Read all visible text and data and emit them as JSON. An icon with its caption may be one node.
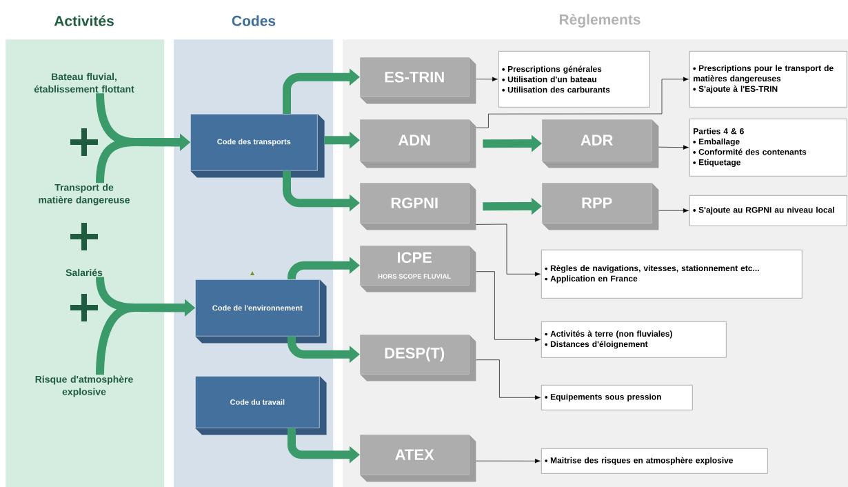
{
  "diagram": {
    "nodes": [
      {
        "text": [
          "Activités"
        ]
      },
      {
        "text": [
          "Codes"
        ]
      },
      {
        "text": [
          "Règlements"
        ]
      },
      {
        "text": [
          "Bateau fluvial, établissement flottant"
        ],
        "in": 0
      },
      {
        "text": [
          "Transport de matière dangereuse"
        ],
        "in": 0
      },
      {
        "text": [
          "Salariés"
        ],
        "in": 0
      },
      {
        "text": [
          "Risque d'atmosphère explosive"
        ],
        "in": 0
      },
      {
        "text": [
          "Code des transports"
        ],
        "in": 1
      },
      {
        "text": [
          "Code de l'environnement"
        ],
        "in": 1
      },
      {
        "text": [
          "Code du travail"
        ],
        "in": 1
      },
      {
        "text": [
          "ES-TRIN"
        ],
        "in": 2
      },
      {
        "text": [
          "Prescriptions générales",
          "Utilisation d'un bateau",
          "Utilisation des carburants"
        ],
        "in": 2
      },
      {
        "text": [
          "Prescriptions pour le transport de matières dangereuses",
          "S'ajoute à l'ES-TRIN"
        ],
        "in": 2
      },
      {
        "text": [
          "ADN"
        ],
        "in": 2
      },
      {
        "text": [
          "ADR"
        ],
        "in": 2
      },
      {
        "text": [
          "Parties 4 & 6",
          "Emballage",
          "Conformité des contenants",
          "Etiquetage"
        ],
        "in": 2
      },
      {
        "text": [
          "RGPNI"
        ],
        "in": 2
      },
      {
        "text": [
          "RPP"
        ],
        "in": 2
      },
      {
        "text": [
          "S'ajoute au RGPNI au niveau local"
        ],
        "in": 2
      },
      {
        "text": [
          "ICPE",
          "HORS SCOPE FLUVIAL"
        ],
        "in": 2
      },
      {
        "text": [
          "Règles de navigations, vitesses, stationnement etc...",
          "Application en France"
        ],
        "in": 2
      },
      {
        "text": [
          "DESP(T)"
        ],
        "in": 2
      },
      {
        "text": [
          "Activités à terre (non fluviales)",
          "Distances d'éloignement"
        ],
        "in": 2
      },
      {
        "text": [
          "Equipements sous pression"
        ],
        "in": 2
      },
      {
        "text": [
          "ATEX"
        ],
        "in": 2
      },
      {
        "text": [
          "Maitrise des risques en atmosphère explosive"
        ],
        "in": 2
      }
    ],
    "edges": [
      {
        "from": 3,
        "to": 7,
        "arrow": "to"
      },
      {
        "from": 4,
        "to": 7,
        "arrow": "to"
      },
      {
        "from": 5,
        "to": 8,
        "arrow": "to"
      },
      {
        "from": 6,
        "to": 8,
        "arrow": "to"
      },
      {
        "from": 7,
        "to": 10,
        "arrow": "to"
      },
      {
        "from": 7,
        "to": 13,
        "arrow": "to"
      },
      {
        "from": 7,
        "to": 16,
        "arrow": "to"
      },
      {
        "from": 8,
        "to": 19,
        "arrow": "to"
      },
      {
        "from": 8,
        "to": 21,
        "arrow": "to"
      },
      {
        "from": 9,
        "to": 24,
        "arrow": "to"
      },
      {
        "from": 13,
        "to": 14,
        "arrow": "to"
      },
      {
        "from": 16,
        "to": 17,
        "arrow": "to"
      },
      {
        "from": 10,
        "to": 11,
        "arrow": "to",
        "color": "#000000"
      },
      {
        "from": 13,
        "to": 12,
        "arrow": "to",
        "color": "#000000"
      },
      {
        "from": 14,
        "to": 15,
        "arrow": "to",
        "color": "#000000"
      },
      {
        "from": 17,
        "to": 18,
        "arrow": "to",
        "color": "#000000"
      },
      {
        "from": 16,
        "to": 20,
        "arrow": "to",
        "color": "#000000"
      },
      {
        "from": 19,
        "to": 22,
        "arrow": "to",
        "color": "#000000"
      },
      {
        "from": 21,
        "to": 23,
        "arrow": "to",
        "color": "#000000"
      },
      {
        "from": 24,
        "to": 25,
        "arrow": "to",
        "color": "#000000"
      }
    ]
  }
}
